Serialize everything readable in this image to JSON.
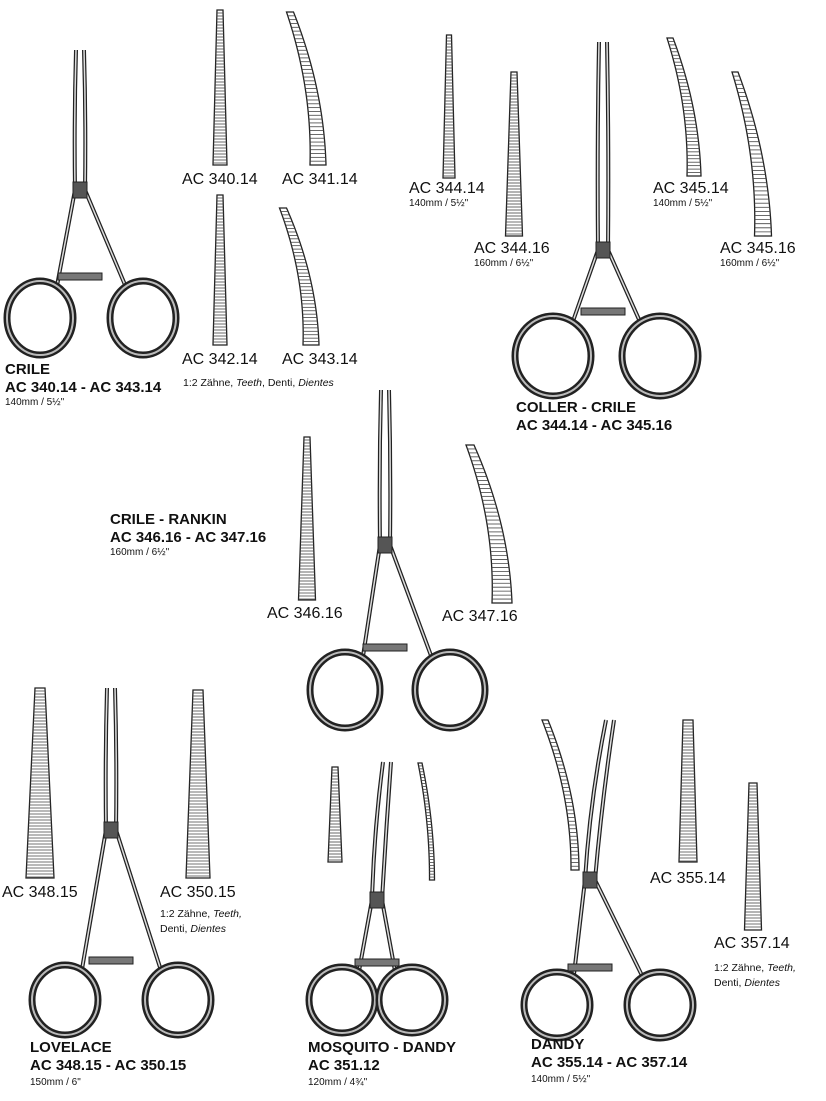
{
  "groups": {
    "crile": {
      "name": "CRILE",
      "range": "AC 340.14 - AC 343.14",
      "size": "140mm / 5½\"",
      "items": [
        "AC 340.14",
        "AC 341.14",
        "AC 342.14",
        "AC 343.14"
      ],
      "note": {
        "a": "1:2 Zähne, ",
        "b": "Teeth",
        "c": ", Denti, ",
        "d": "Dientes"
      }
    },
    "coller": {
      "name": "COLLER - CRILE",
      "range": "AC 344.14 - AC 345.16",
      "items": [
        {
          "code": "AC 344.14",
          "size": "140mm / 5½\""
        },
        {
          "code": "AC 344.16",
          "size": "160mm / 6½\""
        },
        {
          "code": "AC 345.14",
          "size": "140mm / 5½\""
        },
        {
          "code": "AC 345.16",
          "size": "160mm / 6½\""
        }
      ]
    },
    "rankin": {
      "name": "CRILE - RANKIN",
      "range": "AC 346.16 - AC 347.16",
      "size": "160mm / 6½\"",
      "items": [
        "AC 346.16",
        "AC 347.16"
      ]
    },
    "lovelace": {
      "name": "LOVELACE",
      "range": "AC 348.15 - AC 350.15",
      "size": "150mm / 6\"",
      "items": [
        "AC 348.15",
        "AC 350.15"
      ],
      "note": {
        "a": "1:2 Zähne, ",
        "b": "Teeth,",
        "c": "Denti, ",
        "d": "Dientes"
      }
    },
    "mosquito": {
      "name": "MOSQUITO - DANDY",
      "range": "AC 351.12",
      "size": "120mm / 4¾\""
    },
    "dandy": {
      "name": "DANDY",
      "range": "AC 355.14 - AC 357.14",
      "size": "140mm / 5½\"",
      "items": [
        "AC 355.14",
        "AC 357.14"
      ],
      "note": {
        "a": "1:2 Zähne, ",
        "b": "Teeth,",
        "c": "Denti, ",
        "d": "Dientes"
      }
    }
  }
}
